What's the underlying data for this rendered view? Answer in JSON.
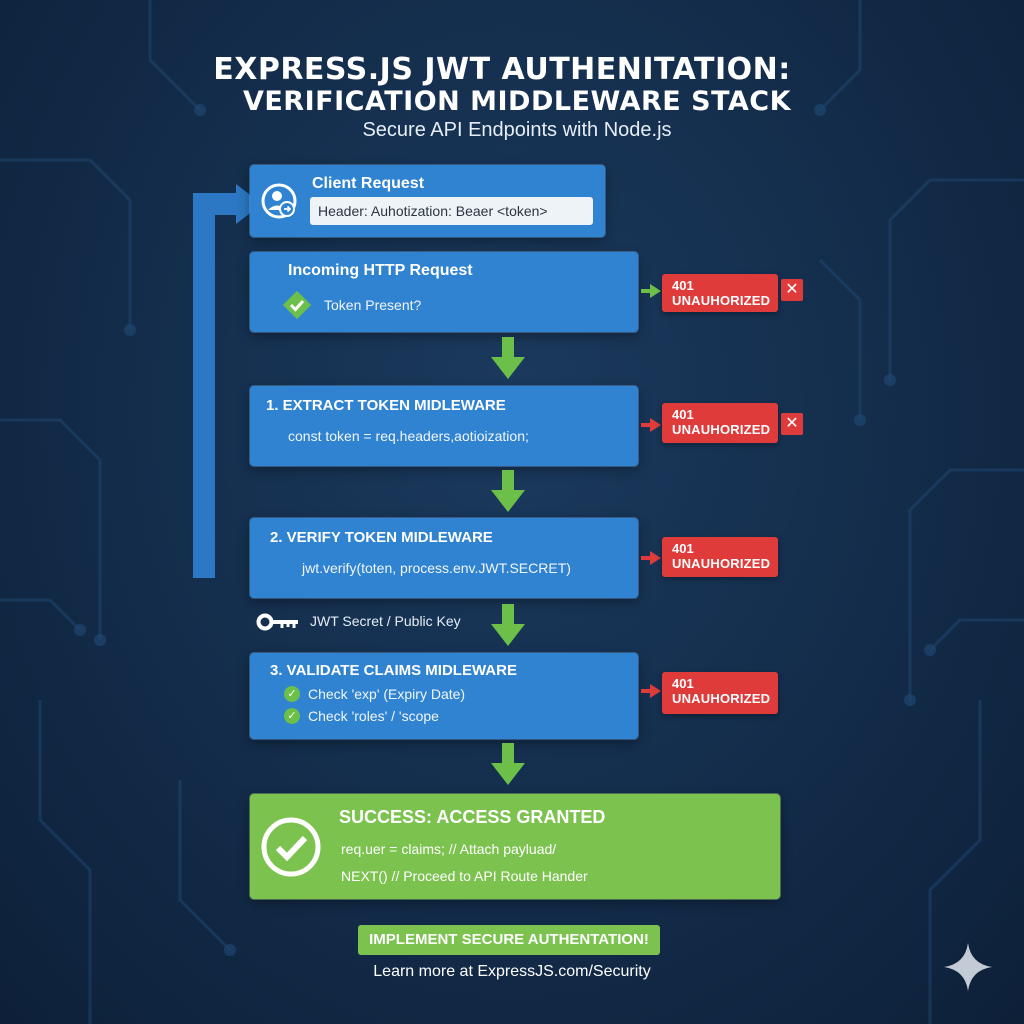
{
  "header": {
    "title_line1": "EXPRESS.JS JWT AUTHENITATION:",
    "title_line2": "VERIFICATION MIDDLEWARE STACK",
    "subtitle": "Secure API Endpoints with Node.js"
  },
  "client_request": {
    "title": "Client Request",
    "header_field": "Header: Auhotization: Beaer <token>",
    "icon": "user-icon"
  },
  "incoming": {
    "title": "Incoming HTTP Request",
    "check_label": "Token Present?"
  },
  "extract": {
    "title": "1. EXTRACT TOKEN MIDLEWARE",
    "code": "const token = req.headers,aotioization;"
  },
  "verify": {
    "title": "2. VERIFY TOKEN MIDLEWARE",
    "code": "jwt.verify(toten, process.env.JWT.SECRET)"
  },
  "key": {
    "label": "JWT Secret / Public Key",
    "icon": "key-icon"
  },
  "validate": {
    "title": "3. VALIDATE CLAIMS MIDLEWARE",
    "checks": [
      "Check 'exp' (Expiry Date)",
      "Check 'roles' / 'scope"
    ]
  },
  "error_badge": {
    "code": "401",
    "text": "UNAUHORIZED",
    "close_symbol": "✕"
  },
  "success": {
    "title": "SUCCESS: ACCESS GRANTED",
    "line1": "req.uer = claims; // Attach payluad/",
    "line2": "NEXT() // Proceed to API Route Hander"
  },
  "cta": {
    "button": "IMPLEMENT SECURE AUTHENTATION!",
    "link": "Learn more at ExpressJS.com/Security"
  },
  "colors": {
    "background": "#132c4a",
    "box_blue": "#2f83d0",
    "loop_blue": "#2c78c4",
    "arrow_green": "#6cc04a",
    "success_green": "#7cc24f",
    "error_red": "#e03b3b"
  }
}
